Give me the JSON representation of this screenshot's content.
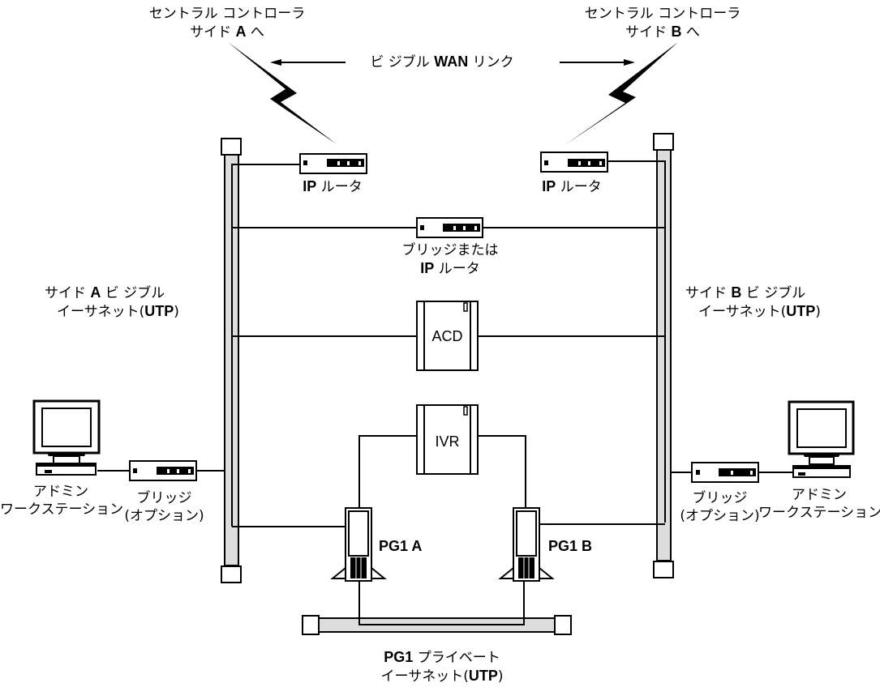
{
  "title": "Network topology: Central Controller sides A/B, visible & private Ethernet",
  "labels": {
    "central_a_line1": "セントラル コントローラ",
    "central_a_line2_pre": "サイド ",
    "central_a_line2_bold": "A",
    "central_a_line2_post": " へ",
    "central_b_line1": "セントラル コントローラ",
    "central_b_line2_pre": "サイド ",
    "central_b_line2_bold": "B",
    "central_b_line2_post": " へ",
    "wan_pre": "ビ ジブル ",
    "wan_bold": "WAN",
    "wan_post": " リンク",
    "ip_router_bold": "IP",
    "ip_router_text": " ルータ",
    "bridge_or_router_line1": "ブリッジまたは",
    "side_a_net_line1_pre": "サイド ",
    "side_a_net_line1_bold": "A",
    "side_a_net_line1_post": " ビ ジブル",
    "side_b_net_line1_pre": "サイド ",
    "side_b_net_line1_bold": "B",
    "side_b_net_line1_post": " ビ ジブル",
    "ethernet_pre": "イーサネット(",
    "utp_bold": "UTP",
    "ethernet_post": ")",
    "acd": "ACD",
    "ivr": "IVR",
    "pg1a": "PG1 A",
    "pg1b": "PG1 B",
    "admin_line1": "アドミン",
    "admin_line2": "ワークステーション",
    "bridge_line1": "ブリッジ",
    "bridge_line2": "(オプション)",
    "pg1_private_bold": "PG1",
    "pg1_private_post": " プライベート"
  },
  "colors": {
    "bus_fill": "#dddddd",
    "stroke": "#000000"
  }
}
